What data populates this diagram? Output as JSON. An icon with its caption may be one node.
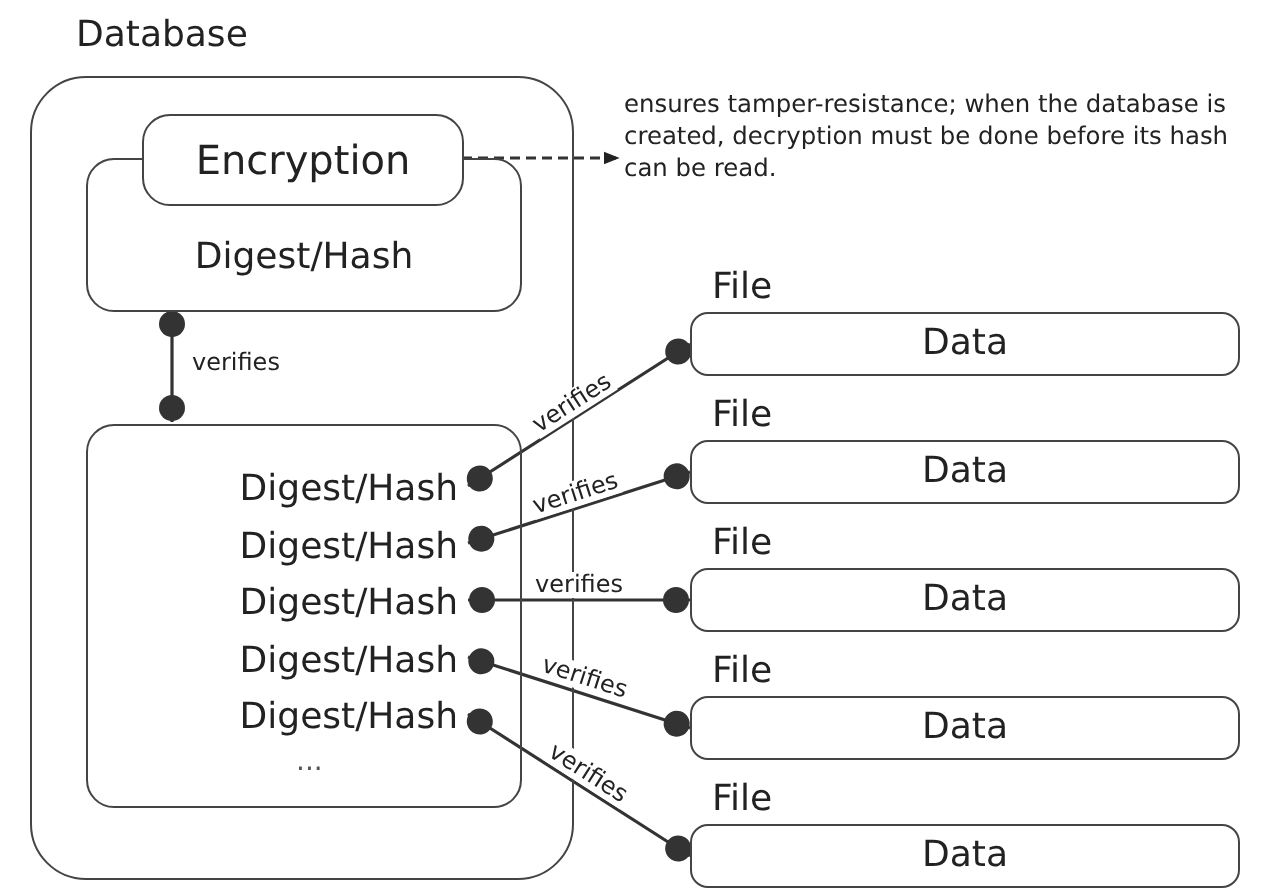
{
  "diagram": {
    "nodes": [
      {
        "text": [
          "Database"
        ]
      },
      {
        "text": [
          "Digest/Hash"
        ],
        "in": 0
      },
      {
        "text": [
          "Encryption"
        ],
        "in": 0
      },
      {
        "text": [
          "ensures tamper-resistance; when the database is created, decryption must be done before its hash can be read."
        ]
      },
      {
        "text": [
          "..."
        ],
        "in": 0
      },
      {
        "text": [
          "Digest/Hash"
        ],
        "in": 4
      },
      {
        "text": [
          "Digest/Hash"
        ],
        "in": 4
      },
      {
        "text": [
          "Digest/Hash"
        ],
        "in": 4
      },
      {
        "text": [
          "Digest/Hash"
        ],
        "in": 4
      },
      {
        "text": [
          "Digest/Hash"
        ],
        "in": 4
      },
      {
        "text": [
          "File",
          "Data"
        ]
      },
      {
        "text": [
          "File",
          "Data"
        ]
      },
      {
        "text": [
          "File",
          "Data"
        ]
      },
      {
        "text": [
          "File",
          "Data"
        ]
      },
      {
        "text": [
          "File",
          "Data"
        ]
      }
    ],
    "edges": [
      {
        "from": 2,
        "to": 3,
        "arrow": "to",
        "style": "dashed"
      },
      {
        "from": 1,
        "to": 4,
        "arrow": "other",
        "label": "verifies"
      },
      {
        "from": 5,
        "to": 10,
        "arrow": "other",
        "label": "verifies"
      },
      {
        "from": 6,
        "to": 11,
        "arrow": "other",
        "label": "verifies"
      },
      {
        "from": 7,
        "to": 12,
        "arrow": "other",
        "label": "verifies"
      },
      {
        "from": 8,
        "to": 13,
        "arrow": "other",
        "label": "verifies"
      },
      {
        "from": 9,
        "to": 14,
        "arrow": "other",
        "label": "verifies"
      }
    ]
  }
}
